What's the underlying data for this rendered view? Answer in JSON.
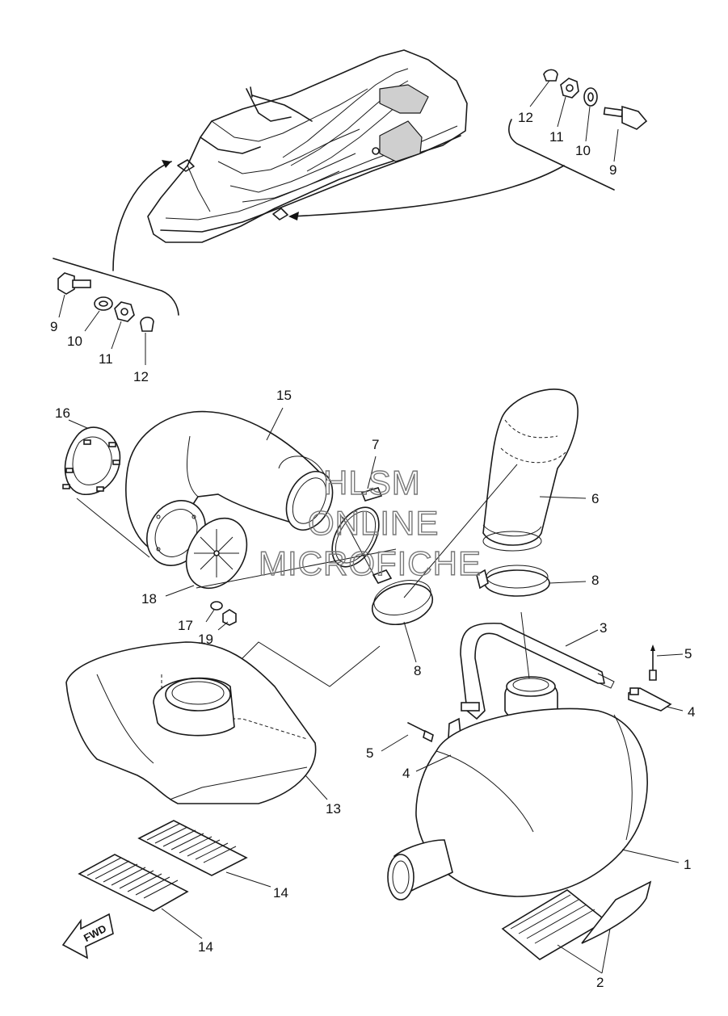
{
  "watermark": {
    "line1": "HLSM",
    "line2": "ONLINE",
    "line3": "MICROFICHE"
  },
  "direction_tag": "FWD",
  "callouts": [
    {
      "id": "c-12-top",
      "text": "12"
    },
    {
      "id": "c-11-top",
      "text": "11"
    },
    {
      "id": "c-10-top",
      "text": "10"
    },
    {
      "id": "c-9-top",
      "text": "9"
    },
    {
      "id": "c-9-left",
      "text": "9"
    },
    {
      "id": "c-10-left",
      "text": "10"
    },
    {
      "id": "c-11-left",
      "text": "11"
    },
    {
      "id": "c-12-left",
      "text": "12"
    },
    {
      "id": "c-15",
      "text": "15"
    },
    {
      "id": "c-16",
      "text": "16"
    },
    {
      "id": "c-7",
      "text": "7"
    },
    {
      "id": "c-6",
      "text": "6"
    },
    {
      "id": "c-8-right",
      "text": "8"
    },
    {
      "id": "c-18",
      "text": "18"
    },
    {
      "id": "c-17",
      "text": "17"
    },
    {
      "id": "c-19",
      "text": "19"
    },
    {
      "id": "c-3",
      "text": "3"
    },
    {
      "id": "c-5-right",
      "text": "5"
    },
    {
      "id": "c-4-right",
      "text": "4"
    },
    {
      "id": "c-8-center",
      "text": "8"
    },
    {
      "id": "c-5-center",
      "text": "5"
    },
    {
      "id": "c-4-center",
      "text": "4"
    },
    {
      "id": "c-13",
      "text": "13"
    },
    {
      "id": "c-1",
      "text": "1"
    },
    {
      "id": "c-14-upper",
      "text": "14"
    },
    {
      "id": "c-14-lower",
      "text": "14"
    },
    {
      "id": "c-2",
      "text": "2"
    }
  ]
}
